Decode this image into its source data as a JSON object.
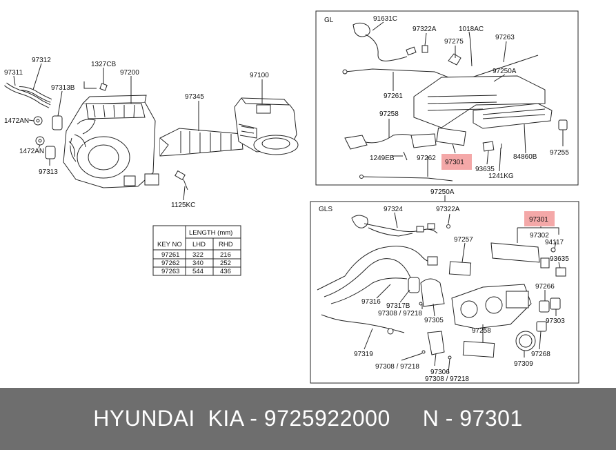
{
  "colors": {
    "highlight_fill": "#f4a8a8",
    "footer_bg": "#6e6e6e",
    "line": "#222222"
  },
  "left_assembly": {
    "labels": [
      "97311",
      "97312",
      "1327CB",
      "97200",
      "97313B",
      "1472AN",
      "1472AN",
      "97313",
      "97345",
      "97100",
      "1125KC"
    ]
  },
  "length_table": {
    "headers": {
      "length": "LENGTH  (mm)",
      "key_no": "KEY NO",
      "lhd": "LHD",
      "rhd": "RHD"
    },
    "rows": [
      {
        "key": "97261",
        "lhd": "322",
        "rhd": "216"
      },
      {
        "key": "97262",
        "lhd": "340",
        "rhd": "252"
      },
      {
        "key": "97263",
        "lhd": "544",
        "rhd": "436"
      }
    ]
  },
  "gl_panel": {
    "title": "GL",
    "labels": [
      "91631C",
      "97322A",
      "1018AC",
      "97275",
      "97263",
      "97250A",
      "97261",
      "97258",
      "1249EB",
      "97262",
      "97301",
      "93635",
      "1241KG",
      "84860B",
      "97255"
    ]
  },
  "between_label": "97250A",
  "gls_panel": {
    "title": "GLS",
    "labels": [
      "97324",
      "97322A",
      "97257",
      "97301",
      "97302",
      "94117",
      "93635",
      "97316",
      "97317B",
      "97308 / 97218",
      "97305",
      "97266",
      "97303",
      "97258",
      "97268",
      "97319",
      "97309",
      "97308 / 97218",
      "97306",
      "97308 / 97218"
    ]
  },
  "footer": {
    "text": "HYUNDAI  KIA - 9725922000     N - 97301"
  }
}
